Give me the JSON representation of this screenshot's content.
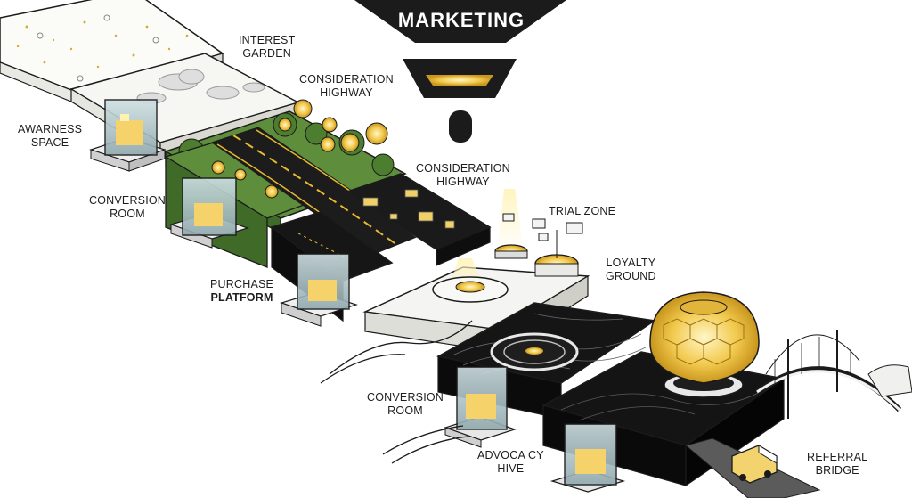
{
  "banner": {
    "title": "MARKETING"
  },
  "labels": {
    "interest_garden": [
      "INTEREST",
      "GARDEN"
    ],
    "consideration_highway_top": [
      "CONSIDERATION",
      "HIGHWAY"
    ],
    "awareness_space": [
      "AWARNESS",
      "SPACE"
    ],
    "conversion_room_left": [
      "CONVERSION",
      "ROOM"
    ],
    "consideration_highway_mid": [
      "CONSIDERATION",
      "HIGHWAY"
    ],
    "trial_zone": [
      "TRIAL ZONE"
    ],
    "loyalty_ground": [
      "LOYALTY",
      "GROUND"
    ],
    "purchase_platform": [
      "PURCHASE",
      "PLATFORM"
    ],
    "conversion_room_bottom": [
      "CONVERSION",
      "ROOM"
    ],
    "advocacy_hive": [
      "ADVOCA CY",
      "HIVE"
    ],
    "referral_bridge": [
      "REFERRAL",
      "BRIDGE"
    ]
  },
  "colors": {
    "ink": "#1b1b1b",
    "gold": "#e8b92e",
    "gold_light": "#f6dc7a",
    "grass": "#5b8a3a",
    "grass_dark": "#3f6a27",
    "slab_white": "#f4f4f2",
    "slab_black": "#161616"
  },
  "icons": [
    "funnel-icon",
    "lamp-icon",
    "glass-cube-icon",
    "hive-dome-icon",
    "bridge-icon",
    "van-icon",
    "flower-icon",
    "portal-ring-icon"
  ]
}
